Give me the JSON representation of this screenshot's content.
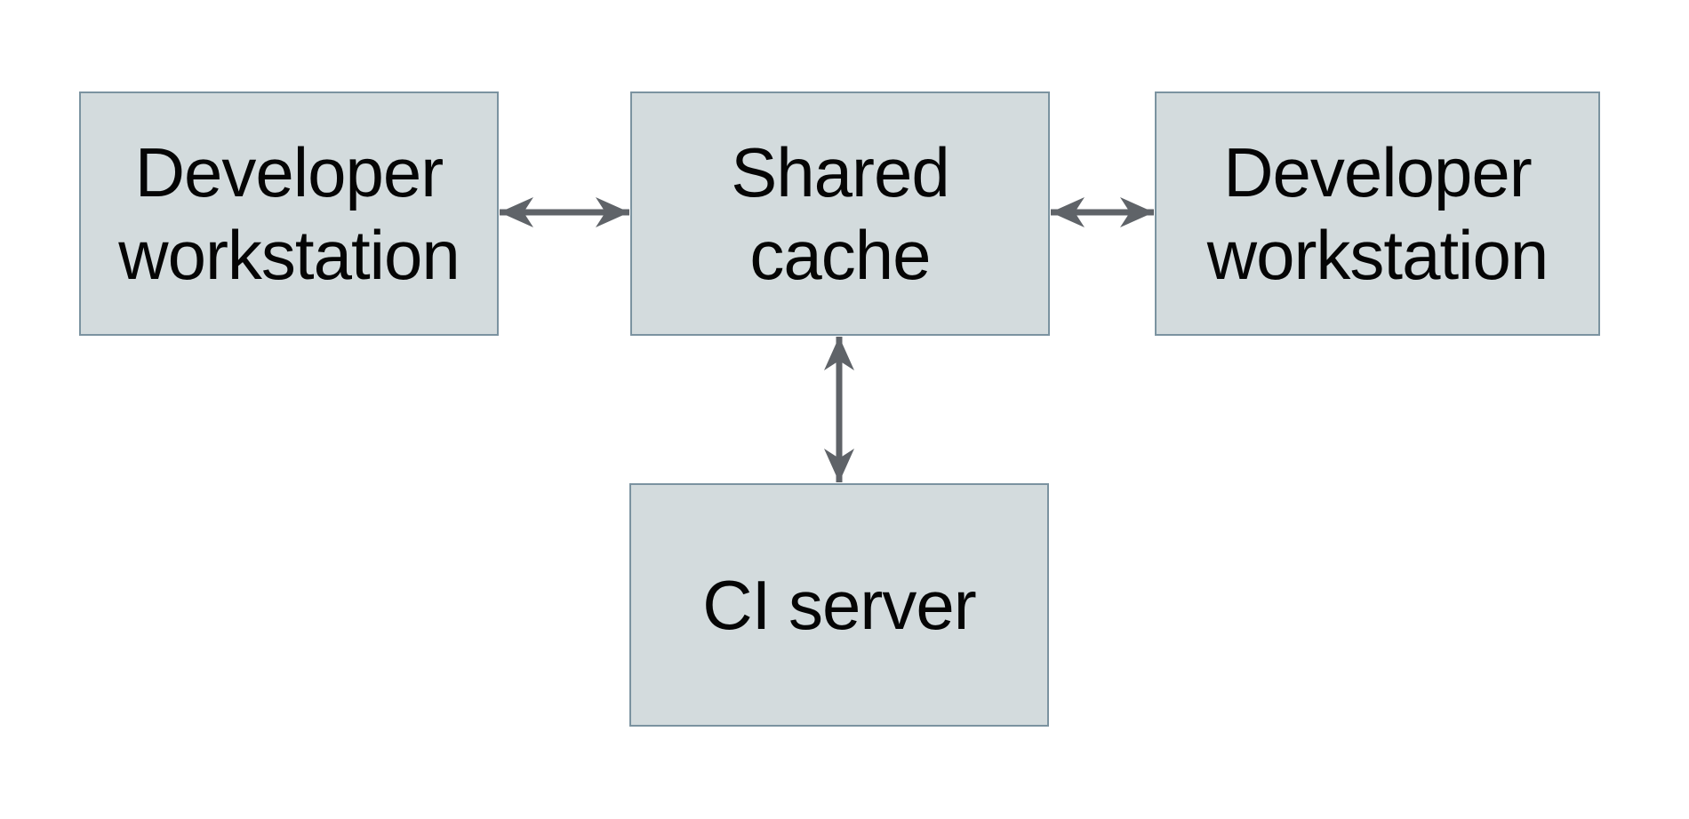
{
  "diagram": {
    "type": "architecture-diagram",
    "nodes": [
      {
        "id": "dev-left",
        "label": "Developer\nworkstation",
        "shape": "rectangle"
      },
      {
        "id": "shared-cache",
        "label": "Shared\ncache",
        "shape": "rectangle"
      },
      {
        "id": "dev-right",
        "label": "Developer\nworkstation",
        "shape": "rectangle"
      },
      {
        "id": "ci-server",
        "label": "CI server",
        "shape": "rectangle"
      }
    ],
    "edges": [
      {
        "from": "dev-left",
        "to": "shared-cache",
        "type": "bidirectional-arrow",
        "orientation": "horizontal"
      },
      {
        "from": "shared-cache",
        "to": "dev-right",
        "type": "bidirectional-arrow",
        "orientation": "horizontal"
      },
      {
        "from": "shared-cache",
        "to": "ci-server",
        "type": "bidirectional-arrow",
        "orientation": "vertical"
      }
    ],
    "colors": {
      "node_fill": "#d3dbdd",
      "node_border": "#7b93a0",
      "arrow": "#5f6368",
      "text": "#050505",
      "background": "#ffffff"
    }
  }
}
